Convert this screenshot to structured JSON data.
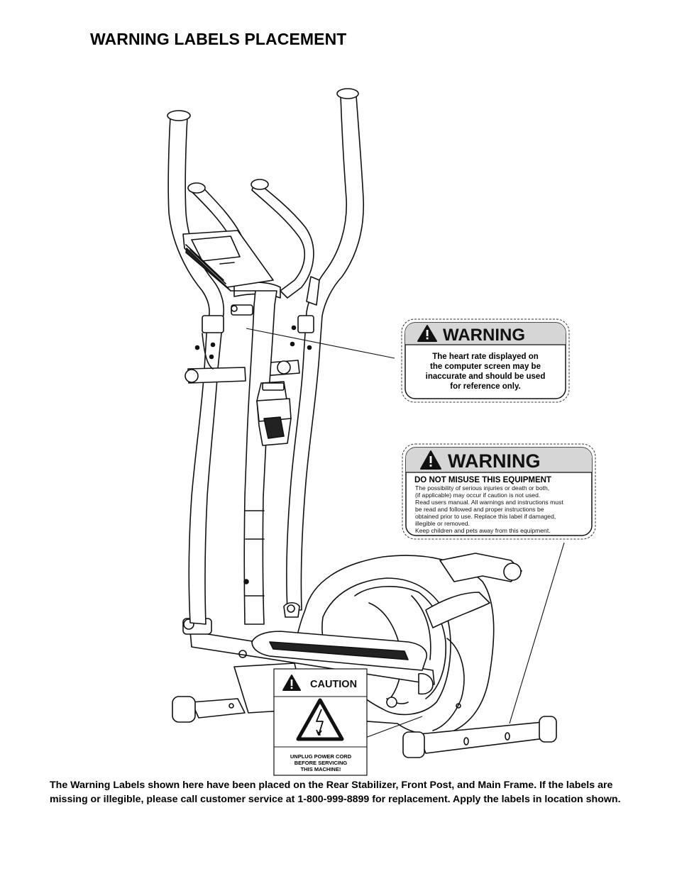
{
  "page": {
    "title": "WARNING LABELS PLACEMENT",
    "footer_note": "The Warning Labels shown here have been placed on the Rear Stabilizer, Front Post, and Main Frame. If the labels are missing or illegible, please call customer service at 1-800-999-8899 for replacement.  Apply the labels in location shown."
  },
  "labels": {
    "heart_rate": {
      "header": "WARNING",
      "lines": [
        "The heart rate displayed on",
        "the computer screen may be",
        "inaccurate and should be used",
        "for reference only."
      ]
    },
    "misuse": {
      "header": "WARNING",
      "subheader": "DO NOT MISUSE THIS EQUIPMENT",
      "lines": [
        "The possibility of serious injuries or death or both,",
        "(if applicable) may occur if caution is not used.",
        "Read users manual. All warnings and instructions must",
        "be read and followed and proper instructions be",
        "obtained prior to use. Replace this label if damaged,",
        "illegible or removed.",
        "Keep children and pets away from this equipment."
      ]
    },
    "caution": {
      "header": "CAUTION",
      "lines": [
        "UNPLUG POWER CORD",
        "BEFORE SERVICING",
        "THIS MACHINE!"
      ]
    }
  },
  "icons": {
    "warning": "warning-triangle-icon",
    "shock": "electric-shock-icon"
  }
}
